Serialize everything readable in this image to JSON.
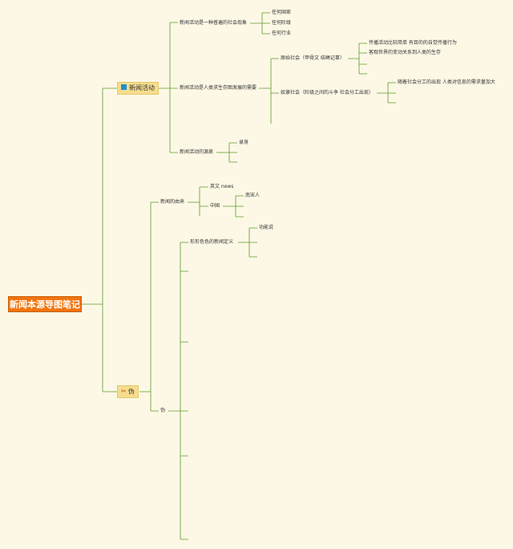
{
  "root": "新闻本源导图笔记",
  "branch1": {
    "label": "新闻活动",
    "icon": "flag-icon",
    "items": {
      "common": "新闻活动是一种普遍的社会现象",
      "common_children": [
        "任何国家",
        "任何阶级",
        "任何行业"
      ],
      "need": "新闻活动是人类求生存图发展的需要",
      "primitive": "原始社会（甲骨文 结绳记事）",
      "primitive_children": [
        "传播活动比较简单 有目的的自觉传播行为",
        "客观世界的变动关系到人类的生存"
      ],
      "slave": "奴隶社会（阶级之间的斗争 社会分工出现）",
      "slave_children": [
        "随着社会分工的出现 人类对信息的需求量加大"
      ],
      "source": "新闻活动的源泉",
      "source_children": [
        "录身"
      ]
    }
  },
  "branch2": {
    "label": "伪",
    "icon": "scissors-icon",
    "items": {
      "origin": "新闻的由来",
      "english": "英文 news",
      "china": "中国",
      "china_children": [
        "南宋人"
      ],
      "definitions": "形形色色的新闻定义",
      "definitions_children": [
        "功能说"
      ],
      "fake": "伪"
    }
  },
  "colors": {
    "line": "#5a9a2a",
    "root": "#f1750e",
    "branch": "#f6dd8e",
    "background": "#fdf8e6"
  }
}
